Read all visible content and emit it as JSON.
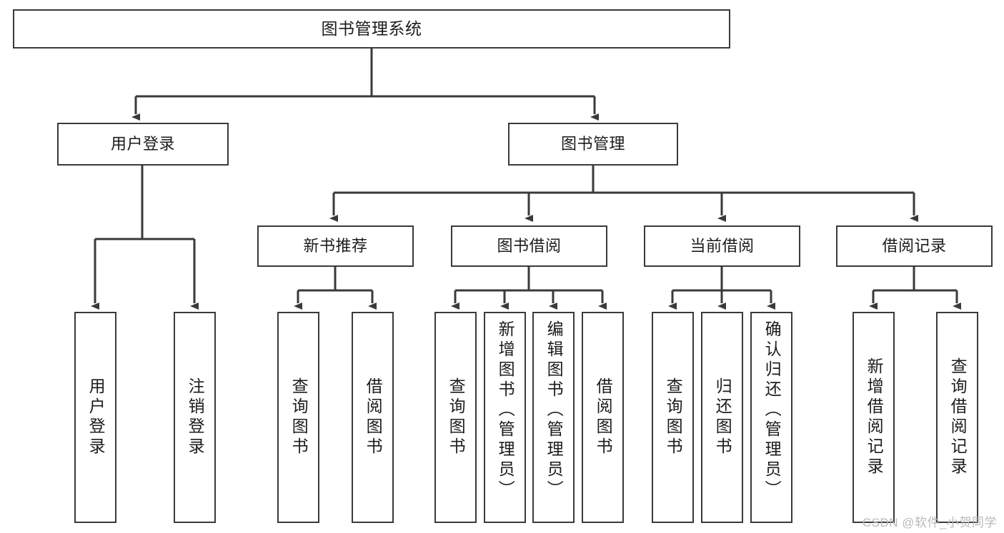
{
  "diagram": {
    "title": "图书管理系统",
    "type": "tree-hierarchy",
    "stroke_color": "#3a3a3a",
    "fill_color": "#ffffff",
    "text_color": "#1c1c1c"
  },
  "watermark": {
    "text": "CSDN @软件_小贺同学",
    "color": "#b9b9b9"
  },
  "nodes": {
    "root": {
      "label": "图书管理系统"
    },
    "level1": [
      {
        "label": "用户登录"
      },
      {
        "label": "图书管理"
      }
    ],
    "level2": [
      {
        "label": "新书推荐"
      },
      {
        "label": "图书借阅"
      },
      {
        "label": "当前借阅"
      },
      {
        "label": "借阅记录"
      }
    ],
    "leaves": {
      "user_login": [
        {
          "label": "用户登录"
        },
        {
          "label": "注销登录"
        }
      ],
      "new_book_recommend": [
        {
          "label": "查询图书"
        },
        {
          "label": "借阅图书"
        }
      ],
      "book_borrow": [
        {
          "label": "查询图书"
        },
        {
          "label": "新增图书（管理员）"
        },
        {
          "label": "编辑图书（管理员）"
        },
        {
          "label": "借阅图书"
        }
      ],
      "current_borrow": [
        {
          "label": "查询图书"
        },
        {
          "label": "归还图书"
        },
        {
          "label": "确认归还（管理员）"
        }
      ],
      "borrow_record": [
        {
          "label": "新增借阅记录"
        },
        {
          "label": "查询借阅记录"
        }
      ]
    }
  }
}
